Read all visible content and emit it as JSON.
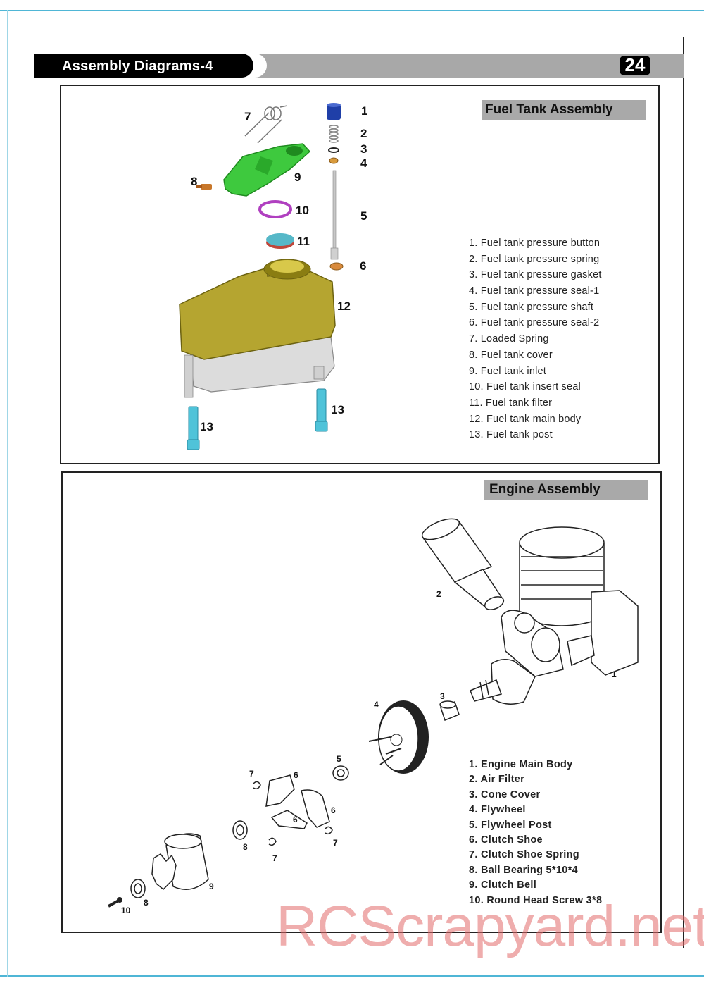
{
  "header": {
    "title": "Assembly Diagrams-4",
    "page_number": "24"
  },
  "fuel_tank": {
    "section_title": "Fuel Tank Assembly",
    "parts": [
      "1.  Fuel tank pressure button",
      "2.  Fuel tank pressure spring",
      "3.  Fuel tank pressure gasket",
      "4.  Fuel tank pressure seal-1",
      "5.  Fuel tank pressure shaft",
      "6.  Fuel tank pressure seal-2",
      "7.  Loaded Spring",
      "8.  Fuel tank cover",
      "9.  Fuel tank inlet",
      "10. Fuel tank insert seal",
      "11. Fuel tank filter",
      "12. Fuel tank main body",
      "13.  Fuel tank post"
    ],
    "callouts": [
      "1",
      "2",
      "3",
      "4",
      "5",
      "6",
      "7",
      "8",
      "9",
      "10",
      "11",
      "12",
      "13",
      "13"
    ]
  },
  "engine": {
    "section_title": "Engine Assembly",
    "parts": [
      "1. Engine Main Body",
      "2. Air Filter",
      "3. Cone Cover",
      "4. Flywheel",
      "5. Flywheel Post",
      "6. Clutch Shoe",
      "7. Clutch Shoe Spring",
      "8. Ball Bearing 5*10*4",
      "9. Clutch Bell",
      "10. Round Head Screw 3*8"
    ],
    "callouts": [
      "1",
      "2",
      "3",
      "4",
      "5",
      "6",
      "6",
      "6",
      "7",
      "7",
      "7",
      "8",
      "8",
      "9",
      "10"
    ]
  },
  "watermark": "RCScrapyard.net",
  "colors": {
    "accent_frame": "#4fb6d6",
    "header_bar": "#a8a8a8",
    "section_label_bg": "#a9a9a9",
    "tank_body": "#b5a530",
    "tank_inlet": "#3ec93e",
    "pressure_button": "#1f3fa8",
    "insert_seal": "#b040c0",
    "posts": "#4fc3d9",
    "watermark": "#e26969"
  }
}
